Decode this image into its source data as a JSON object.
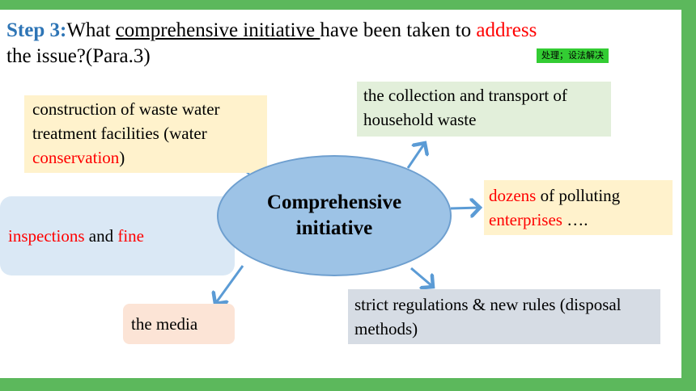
{
  "title": {
    "step": "Step 3:",
    "part1": "What ",
    "underlined": "comprehensive initiative ",
    "part2": "have been taken to ",
    "highlight": "address",
    "line2": "the issue?(Para.3)"
  },
  "tag": "处理；设法解决",
  "center": "Comprehensive initiative",
  "boxes": {
    "waste_water": {
      "text1": "construction of waste water treatment facilities (water ",
      "red": "conservation",
      "text2": ")"
    },
    "collection": "the collection and transport of household waste",
    "dozens": {
      "red1": "dozens",
      "text1": " of polluting ",
      "red2": "enterprises",
      "text2": " …."
    },
    "inspections": {
      "red1": "inspections",
      "text1": " and ",
      "red2": "fine"
    },
    "media": "the media",
    "regulations": "strict regulations & new rules (disposal methods)"
  },
  "colors": {
    "frame": "#5cb85c",
    "step": "#2e75b6",
    "red": "#ff0000",
    "ellipse": "#9dc3e6",
    "arrow": "#5b9bd5"
  }
}
